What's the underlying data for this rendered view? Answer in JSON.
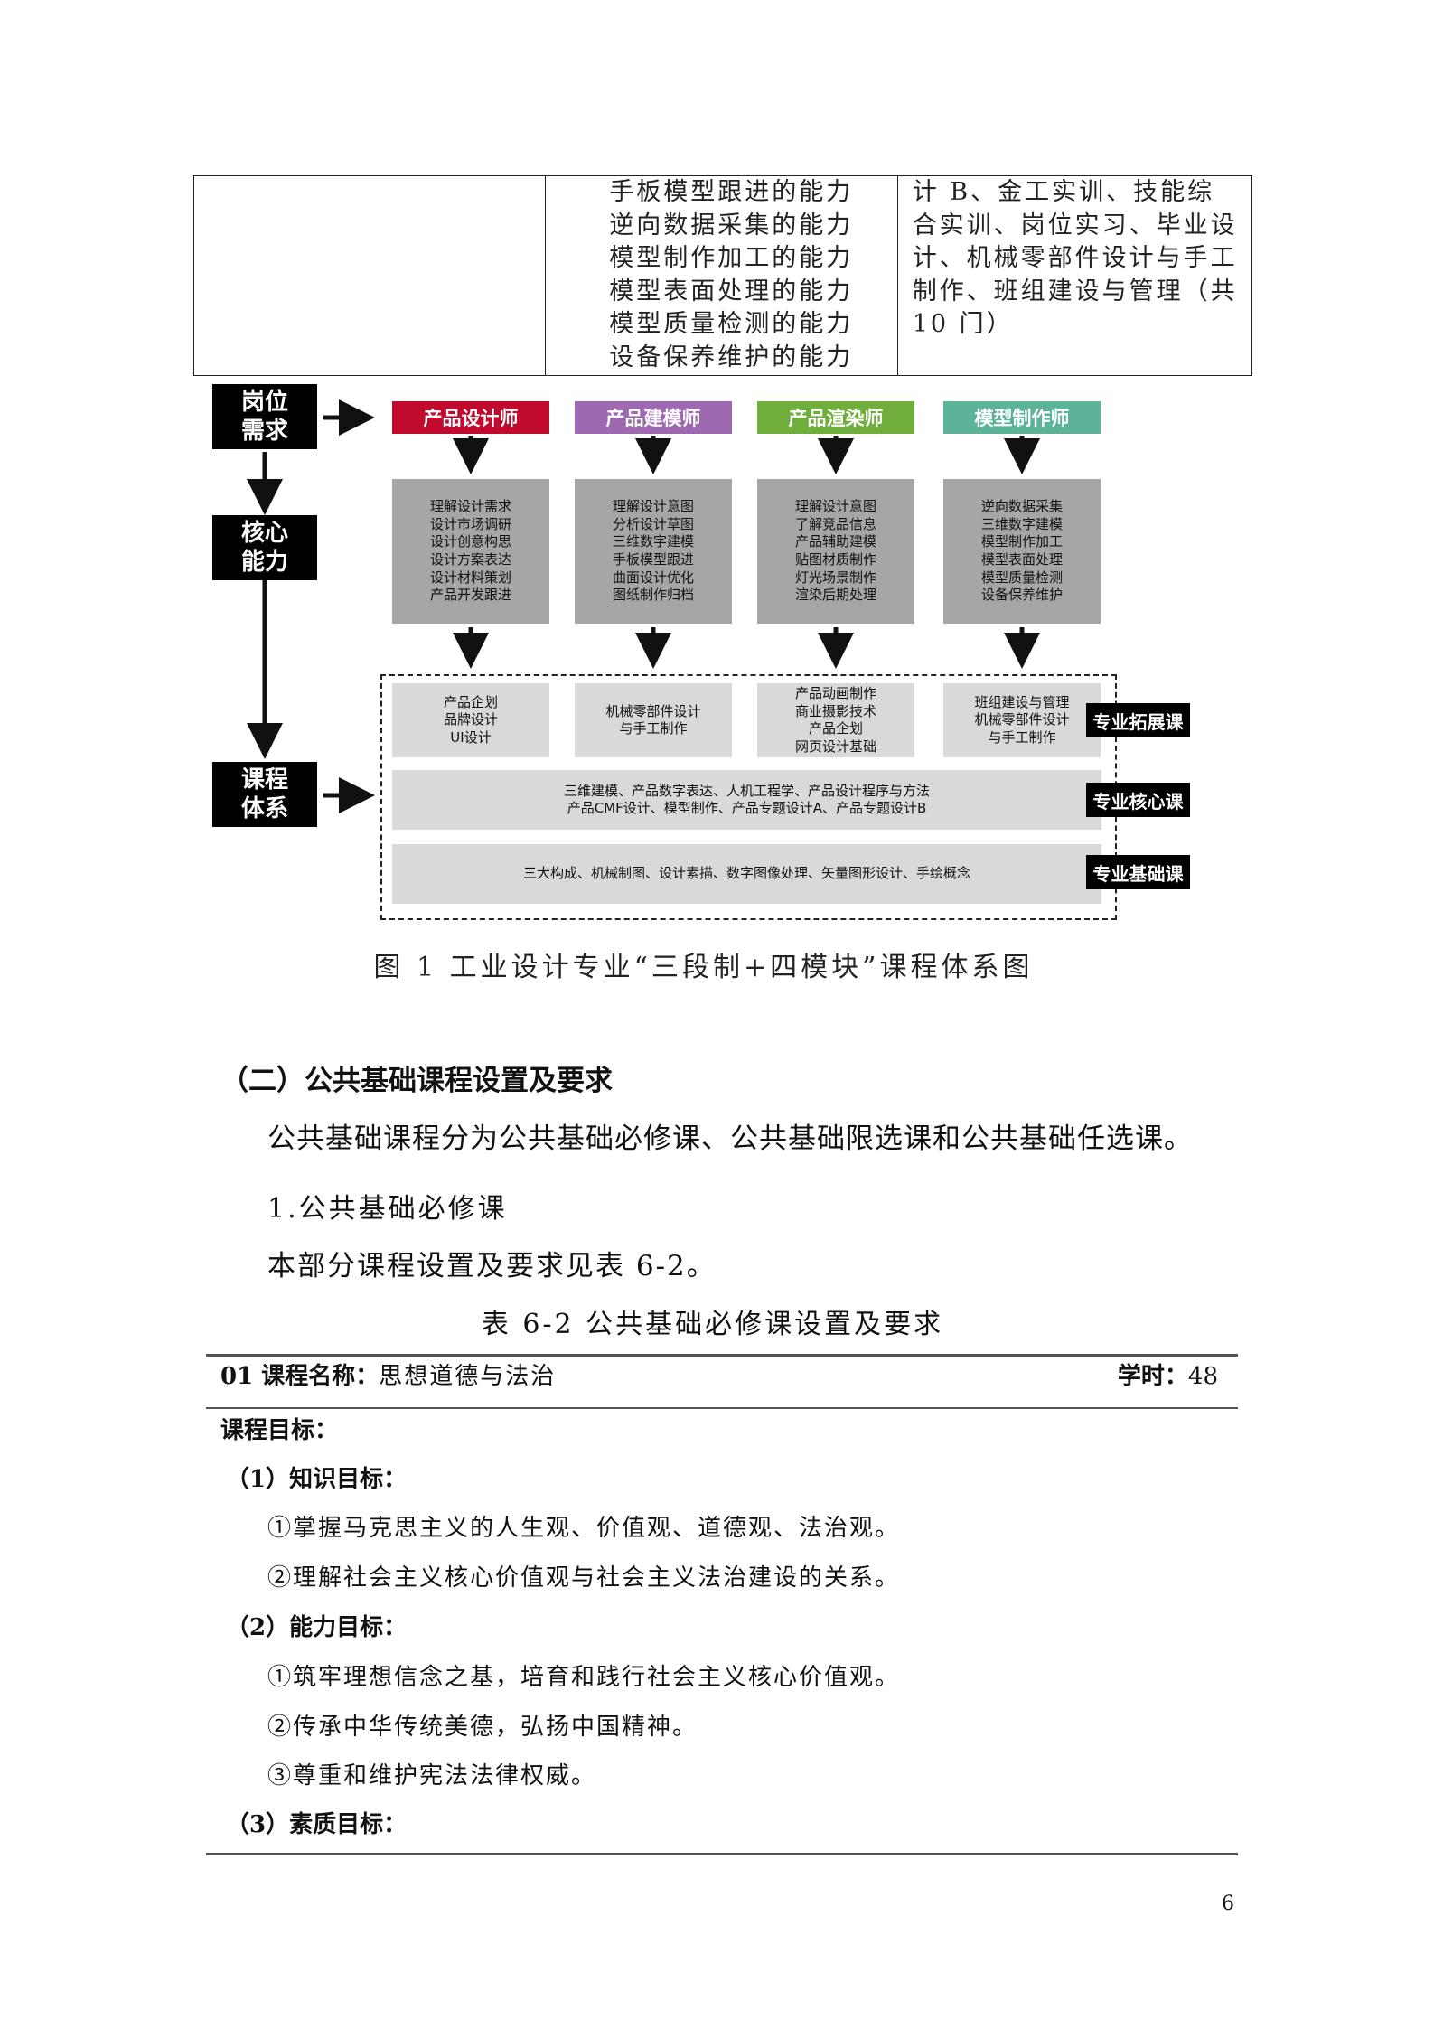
{
  "top_table": {
    "abilities": [
      "手板模型跟进的能力",
      "逆向数据采集的能力",
      "模型制作加工的能力",
      "模型表面处理的能力",
      "模型质量检测的能力",
      "设备保养维护的能力"
    ],
    "courses": "计 B、金工实训、技能综合实训、岗位实习、毕业设计、机械零部件设计与手工制作、班组建设与管理（共 10 门）"
  },
  "diagram": {
    "left_labels": [
      "岗位\n需求",
      "核心\n能力",
      "课程\n体系"
    ],
    "roles": [
      {
        "name": "产品设计师",
        "color": "#c00a2e"
      },
      {
        "name": "产品建模师",
        "color": "#9e69b0"
      },
      {
        "name": "产品渲染师",
        "color": "#6fae3a"
      },
      {
        "name": "模型制作师",
        "color": "#5cb39a"
      }
    ],
    "abilities": [
      [
        "理解设计需求",
        "设计市场调研",
        "设计创意构思",
        "设计方案表达",
        "设计材料策划",
        "产品开发跟进"
      ],
      [
        "理解设计意图",
        "分析设计草图",
        "三维数字建模",
        "手板模型跟进",
        "曲面设计优化",
        "图纸制作归档"
      ],
      [
        "理解设计意图",
        "了解竞品信息",
        "产品辅助建模",
        "贴图材质制作",
        "灯光场景制作",
        "渲染后期处理"
      ],
      [
        "逆向数据采集",
        "三维数字建模",
        "模型制作加工",
        "模型表面处理",
        "模型质量检测",
        "设备保养维护"
      ]
    ],
    "ext_courses": [
      [
        "产品企划",
        "品牌设计",
        "UI设计"
      ],
      [
        "机械零部件设计",
        "与手工制作"
      ],
      [
        "产品动画制作",
        "商业摄影技术",
        "产品企划",
        "网页设计基础"
      ],
      [
        "班组建设与管理",
        "机械零部件设计",
        "与手工制作"
      ]
    ],
    "core_courses": [
      "三维建模、产品数字表达、人机工程学、产品设计程序与方法",
      "产品CMF设计、模型制作、产品专题设计A、产品专题设计B"
    ],
    "base_courses": "三大构成、机械制图、设计素描、数字图像处理、矢量图形设计、手绘概念",
    "right_labels": [
      "专业拓展课",
      "专业核心课",
      "专业基础课"
    ]
  },
  "caption": "图 1  工业设计专业“三段制+四模块”课程体系图",
  "section_heading": "（二）公共基础课程设置及要求",
  "intro": "公共基础课程分为公共基础必修课、公共基础限选课和公共基础任选课。",
  "sub_heading": "1.公共基础必修课",
  "ref_text": "本部分课程设置及要求见表 6-2。",
  "table_caption": "表 6-2   公共基础必修课设置及要求",
  "course": {
    "name_label": "01 课程名称：",
    "name": "思想道德与法治",
    "hours_label": "学时：",
    "hours": "48",
    "objectives_label": "课程目标：",
    "knowledge_label": "（1）知识目标：",
    "knowledge_items": [
      "①掌握马克思主义的人生观、价值观、道德观、法治观。",
      "②理解社会主义核心价值观与社会主义法治建设的关系。"
    ],
    "ability_label": "（2）能力目标：",
    "ability_items": [
      "①筑牢理想信念之基，培育和践行社会主义核心价值观。",
      "②传承中华传统美德，弘扬中国精神。",
      "③尊重和维护宪法法律权威。"
    ],
    "quality_label": "（3）素质目标："
  },
  "page_number": "6"
}
